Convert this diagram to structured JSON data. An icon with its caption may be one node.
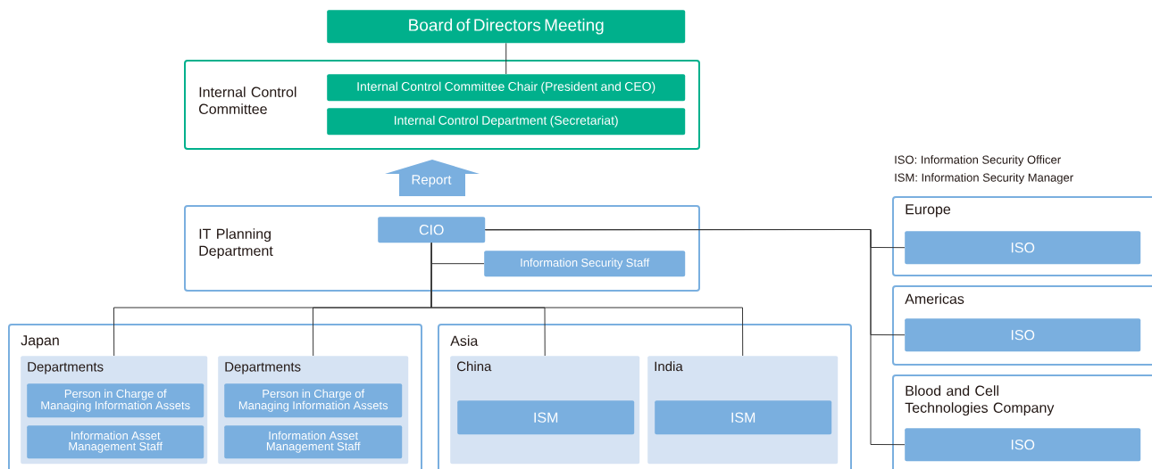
{
  "diagram": {
    "nodes": [
      {
        "text": [
          "Board of Directors Meeting"
        ]
      },
      {
        "text": [
          "Internal Control Committee"
        ]
      },
      {
        "text": [
          "Internal Control Committee Chair (President and CEO)"
        ],
        "in": 1
      },
      {
        "text": [
          "Internal Control Department (Secretariat)"
        ],
        "in": 1
      },
      {
        "text": [
          "IT Planning Department"
        ]
      },
      {
        "text": [
          "CIO"
        ],
        "in": 4
      },
      {
        "text": [
          "Information Security Staff"
        ],
        "in": 4
      },
      {
        "text": [
          "Japan"
        ]
      },
      {
        "text": [
          "Departments"
        ],
        "in": 7
      },
      {
        "text": [
          "Person in Charge of Managing Information Assets"
        ],
        "in": 8
      },
      {
        "text": [
          "Information Asset Management Staff"
        ],
        "in": 8
      },
      {
        "text": [
          "Departments"
        ],
        "in": 7
      },
      {
        "text": [
          "Person in Charge of Managing Information Assets"
        ],
        "in": 11
      },
      {
        "text": [
          "Information Asset Management Staff"
        ],
        "in": 11
      },
      {
        "text": [
          "Asia"
        ]
      },
      {
        "text": [
          "China"
        ],
        "in": 14
      },
      {
        "text": [
          "ISM"
        ],
        "in": 15
      },
      {
        "text": [
          "India"
        ],
        "in": 14
      },
      {
        "text": [
          "ISM"
        ],
        "in": 17
      },
      {
        "text": [
          "Europe"
        ]
      },
      {
        "text": [
          "ISO"
        ],
        "in": 19
      },
      {
        "text": [
          "Americas"
        ]
      },
      {
        "text": [
          "ISO"
        ],
        "in": 21
      },
      {
        "text": [
          "Blood and Cell Technologies Company"
        ]
      },
      {
        "text": [
          "ISO"
        ],
        "in": 23
      }
    ],
    "edges": [
      {
        "from": 0,
        "to": 2,
        "arrow": "none"
      },
      {
        "from": 4,
        "to": 1,
        "arrow": "to",
        "label": "Report",
        "style": "thick",
        "color": "#7aafdf"
      },
      {
        "from": 5,
        "to": 6,
        "arrow": "none"
      },
      {
        "from": 5,
        "to": 8,
        "arrow": "none"
      },
      {
        "from": 5,
        "to": 11,
        "arrow": "none"
      },
      {
        "from": 5,
        "to": 15,
        "arrow": "none"
      },
      {
        "from": 5,
        "to": 17,
        "arrow": "none"
      },
      {
        "from": 5,
        "to": 20,
        "arrow": "none"
      },
      {
        "from": 5,
        "to": 22,
        "arrow": "none"
      },
      {
        "from": 5,
        "to": 24,
        "arrow": "none"
      }
    ],
    "labels": [
      "ISO: Information Security Officer",
      "ISM: Information Security Manager"
    ]
  }
}
